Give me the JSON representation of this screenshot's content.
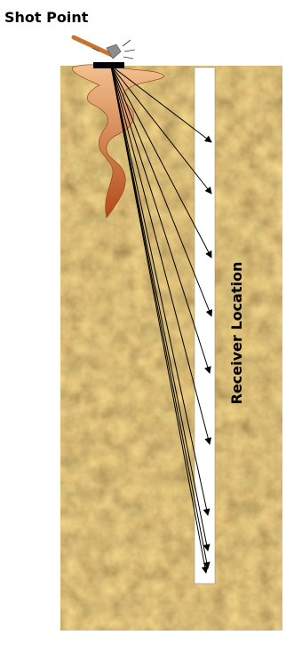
{
  "labels": {
    "shot_point": "Shot Point",
    "receiver_location": "Receiver Location"
  },
  "colors": {
    "soil_base": "#c49a55",
    "soil_light": "#dcc08a",
    "soil_dark": "#7c5627",
    "borehole": "#ffffff",
    "ray": "#000000",
    "wave_light": "#f3c08f",
    "wave_dark": "#b34a1a",
    "plate": "#000000",
    "hammer_handle": "#c8742e",
    "hammer_head": "#8c8c8c"
  },
  "rays": {
    "count": 10
  },
  "icons": [
    "hammer-icon",
    "seismic-wave-icon"
  ]
}
